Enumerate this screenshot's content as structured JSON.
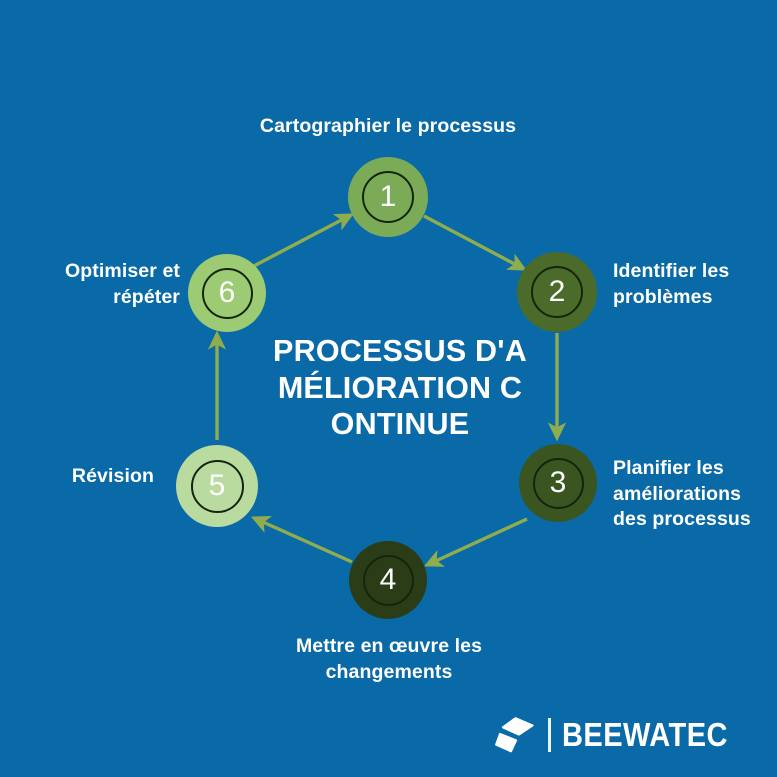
{
  "page": {
    "background_color": "#0a6aa8",
    "title": "PROCESSUS D'AMÉLIORATION CONTINUE"
  },
  "diagram": {
    "type": "cycle",
    "center_title": "PROCESSUS D'AMÉLIORATION CONTINUE",
    "arrow_color": "#8fad4e",
    "nodes": [
      {
        "number": "1",
        "label": "Cartographier le processus",
        "color": "#7cab58",
        "label_align": "center",
        "position": "top"
      },
      {
        "number": "2",
        "label": "Identifier les problèmes",
        "color": "#4a6b2a",
        "label_align": "left",
        "position": "top-right"
      },
      {
        "number": "3",
        "label": "Planifier les améliorations des processus",
        "color": "#3a5520",
        "label_align": "left",
        "position": "bottom-right"
      },
      {
        "number": "4",
        "label": "Mettre en œuvre les changements",
        "color": "#2a3d16",
        "label_align": "center",
        "position": "bottom"
      },
      {
        "number": "5",
        "label": "Révision",
        "color": "#b9dba0",
        "label_align": "right",
        "position": "bottom-left"
      },
      {
        "number": "6",
        "label": "Optimiser et répéter",
        "color": "#9ccb73",
        "label_align": "right",
        "position": "top-left"
      }
    ]
  },
  "logo": {
    "brand": "BEEWATEC",
    "mark_color": "#ffffff"
  }
}
